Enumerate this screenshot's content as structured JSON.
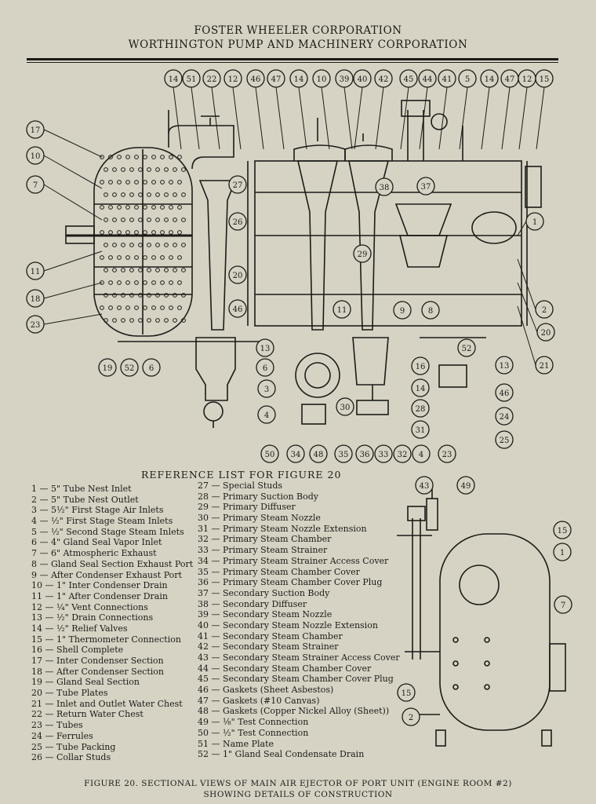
{
  "header": {
    "line1": "FOSTER WHEELER CORPORATION",
    "line2": "WORTHINGTON PUMP AND MACHINERY CORPORATION"
  },
  "drawing_callouts": {
    "top": [
      "14",
      "51",
      "22",
      "12",
      "46",
      "47",
      "14",
      "10",
      "39",
      "40",
      "42",
      "45",
      "44",
      "41",
      "5",
      "14",
      "47",
      "12",
      "15"
    ],
    "left": [
      "17",
      "10",
      "7",
      "11",
      "18",
      "23"
    ],
    "inner": [
      "27",
      "26",
      "20",
      "46",
      "38",
      "37",
      "29",
      "11",
      "9",
      "8"
    ],
    "right": [
      "1",
      "2",
      "20",
      "21"
    ],
    "bottom": [
      "19",
      "52",
      "6",
      "13",
      "6",
      "3",
      "4",
      "16",
      "14",
      "28",
      "31",
      "30",
      "52",
      "13",
      "46",
      "24",
      "25",
      "50",
      "34",
      "48",
      "35",
      "36",
      "33",
      "32",
      "4",
      "23"
    ],
    "side_view": [
      "43",
      "49",
      "15",
      "1",
      "7",
      "15",
      "2"
    ]
  },
  "reference": {
    "title": "REFERENCE LIST FOR FIGURE 20",
    "col1": [
      "1 — 5\" Tube Nest Inlet",
      "2 — 5\" Tube Nest Outlet",
      "3 — 5½\" First Stage Air Inlets",
      "4 — ½\" First Stage Steam Inlets",
      "5 — ½\" Second Stage Steam Inlets",
      "6 — 4\" Gland Seal Vapor Inlet",
      "7 — 6\" Atmospheric Exhaust",
      "8 — Gland Seal Section Exhaust Port",
      "9 — After Condenser Exhaust Port",
      "10 — 1\" Inter Condenser Drain",
      "11 — 1\" After Condenser Drain",
      "12 — ¼\" Vent Connections",
      "13 — ½\" Drain Connections",
      "14 — ½\" Relief Valves",
      "15 — 1\" Thermometer Connection",
      "16 — Shell Complete",
      "17 — Inter Condenser Section",
      "18 — After Condenser Section",
      "19 — Gland Seal Section",
      "20 — Tube Plates",
      "21 — Inlet and Outlet Water Chest",
      "22 — Return Water Chest",
      "23 — Tubes",
      "24 — Ferrules",
      "25 — Tube Packing",
      "26 — Collar Studs"
    ],
    "col2": [
      "27 — Special Studs",
      "28 — Primary Suction Body",
      "29 — Primary Diffuser",
      "30 — Primary Steam Nozzle",
      "31 — Primary Steam Nozzle Extension",
      "32 — Primary Steam Chamber",
      "33 — Primary Steam Strainer",
      "34 — Primary Steam Strainer Access Cover",
      "35 — Primary Steam Chamber Cover",
      "36 — Primary Steam Chamber Cover Plug",
      "37 — Secondary Suction Body",
      "38 — Secondary Diffuser",
      "39 — Secondary Steam Nozzle",
      "40 — Secondary Steam Nozzle Extension",
      "41 — Secondary Steam Chamber",
      "42 — Secondary Steam Strainer",
      "43 — Secondary Steam Strainer Access Cover",
      "44 — Secondary Steam Chamber Cover",
      "45 — Secondary Steam Chamber Cover Plug",
      "46 — Gaskets (Sheet Asbestos)",
      "47 — Gaskets (#10 Canvas)",
      "48 — Gaskets (Copper Nickel Alloy (Sheet))",
      "49 — ⅛\" Test Connection",
      "50 — ½\" Test Connection",
      "51 — Name Plate",
      "52 — 1\" Gland Seal Condensate Drain"
    ]
  },
  "caption": {
    "line1": "FIGURE 20. SECTIONAL VIEWS OF MAIN AIR EJECTOR OF PORT UNIT (ENGINE ROOM #2)",
    "line2": "SHOWING DETAILS OF CONSTRUCTION"
  }
}
